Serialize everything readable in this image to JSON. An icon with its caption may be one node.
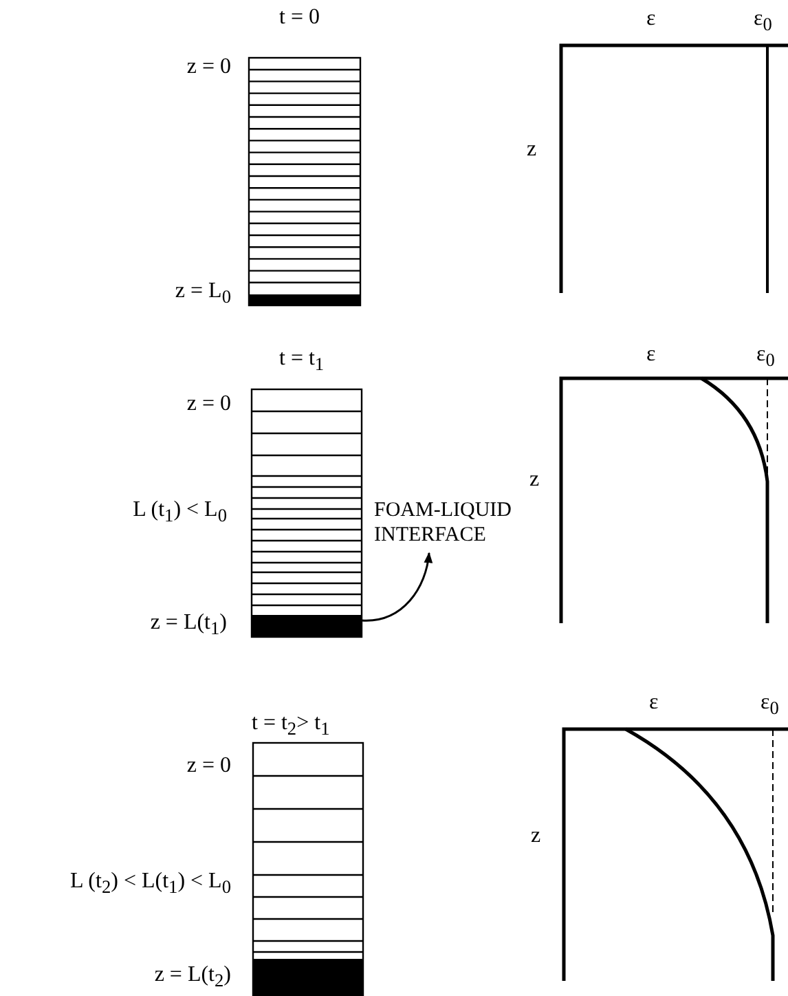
{
  "diagram": {
    "nodes": [
      {
        "text": [
          "FOAM-LIQUID INTERFACE"
        ]
      },
      {
        "text": [],
        "shape": "bar"
      }
    ],
    "edges": [
      {
        "from": 1,
        "to": 0,
        "arrow": "to"
      }
    ],
    "labels": [
      "t = 0",
      "ε",
      "ε$_{0}$",
      "z = 0",
      "z",
      "z = L$_{0}$",
      "t = t$_{1}$",
      "ε",
      "ε$_{0}$",
      "z = 0",
      "z",
      "L (t$_{1}$) < L$_{0}$",
      "z = L(t$_{1}$)",
      "t = t$_{2}$> t$_{1}$",
      "ε",
      "ε$_{0}$",
      "z = 0",
      "z",
      "L (t$_{2}$) < L(t$_{1}$) < L$_{0}$",
      "z = L(t$_{2}$)"
    ]
  }
}
